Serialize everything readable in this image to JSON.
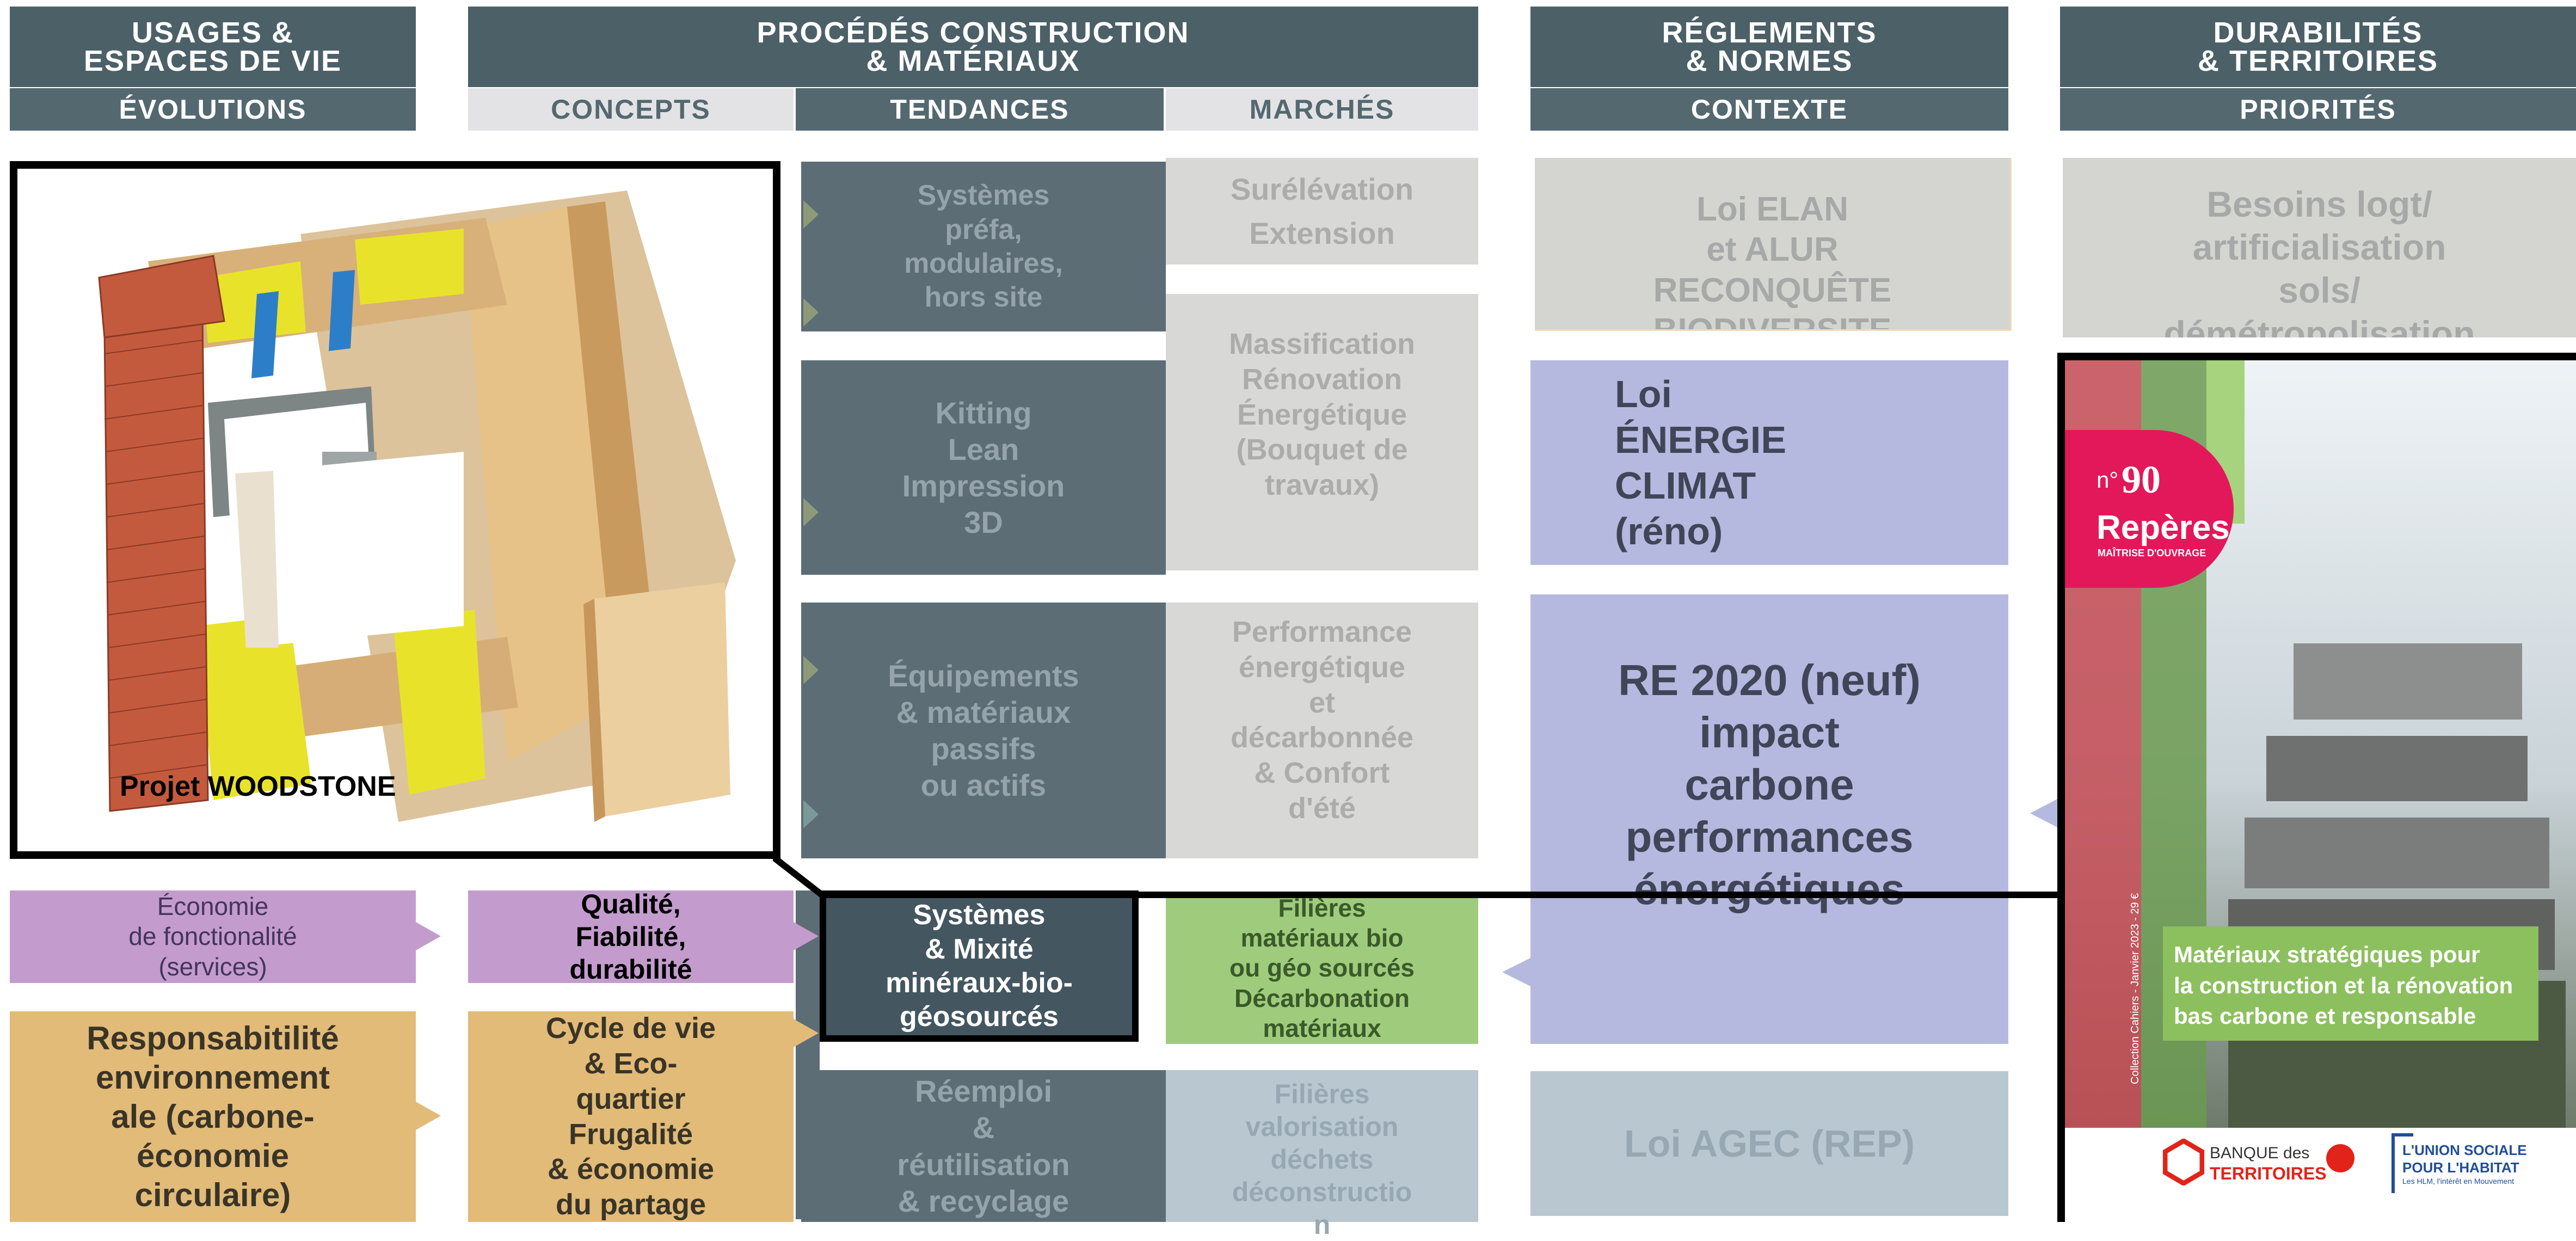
{
  "headers": {
    "usages": "USAGES &\nESPACES DE VIE",
    "procedes": "PROCÉDÉS CONSTRUCTION\n& MATÉRIAUX",
    "reglements": "RÉGLEMENTS\n& NORMES",
    "durabilites": "DURABILITÉS\n& TERRITOIRES"
  },
  "subheaders": {
    "evolutions": "ÉVOLUTIONS",
    "concepts": "CONCEPTS",
    "tendances": "TENDANCES",
    "marches": "MARCHÉS",
    "contexte": "CONTEXTE",
    "priorites": "PRIORITÉS"
  },
  "cells": {
    "tendances_1": "Systèmes\npréfa,\nmodulaires,\nhors site",
    "tendances_2": "Kitting\nLean\nImpression\n3D",
    "tendances_3": "Équipements\n& matériaux\npassifs\nou actifs",
    "tendances_4": "Systèmes\n& Mixité\nminéraux-bio-\ngéosourcés",
    "tendances_5": "Réemploi\n&\nréutilisation\n& recyclage",
    "marches_1": "Surélévation\nExtension",
    "marches_2": "Massification\nRénovation\nÉnergétique\n(Bouquet de\ntravaux)",
    "marches_3": "Performance\nénergétique\net\ndécarbonnée\n& Confort\nd'été",
    "marches_4": "Filières\nmatériaux bio\nou géo sourcés\nDécarbonation\nmatériaux",
    "marches_5": "Filières\nvalorisation\ndéchets\ndéconstructio\nn",
    "contexte_1": "Loi ELAN\net ALUR\nRECONQUÊTE\nBIODIVERSITE",
    "contexte_2": "Loi\nÉNERGIE\nCLIMAT\n(réno)",
    "contexte_3": "RE 2020 (neuf)\nimpact\ncarbone\nperformances\nénergétiques",
    "contexte_4": "Loi AGEC (REP)",
    "priorites_1": "Besoins logt/\nartificialisation\nsols/\ndémétropolisation",
    "evolutions_1": "Économie\nde fonctionalité\n(services)",
    "evolutions_2": "Responsabitilité\nenvironnement\nale  (carbone-\néconomie\ncirculaire)",
    "concepts_1": "Qualité,\nFiabilité,\ndurabilité",
    "concepts_2": "Cycle de vie\n& Eco-\nquartier\nFrugalité\n& économie\ndu partage"
  },
  "image_caption": "Projet WOODSTONE",
  "cover": {
    "number_prefix": "n°",
    "number": "90",
    "brand": "Repères",
    "brand_sub": "MAÎTRISE D'OUVRAGE",
    "vertical": "Collection Cahiers - Janvier 2023 - 29 €",
    "title": "Matériaux stratégiques pour\nla construction et la rénovation\nbas carbone et responsable",
    "logo1_line1": "BANQUE des",
    "logo1_line2": "TERRITOIRES",
    "logo2_line1": "L'UNION SOCIALE",
    "logo2_line2": "POUR L'HABITAT",
    "logo2_sub": "Les HLM, l'intérêt en Mouvement"
  },
  "colors": {
    "header": "#4c6068",
    "slate": "#5d6d76",
    "blue": "#b5b9df",
    "green": "#9fcc7c",
    "purple": "#c39ccd",
    "orange": "#e1bb77",
    "magenta": "#e2185b"
  }
}
